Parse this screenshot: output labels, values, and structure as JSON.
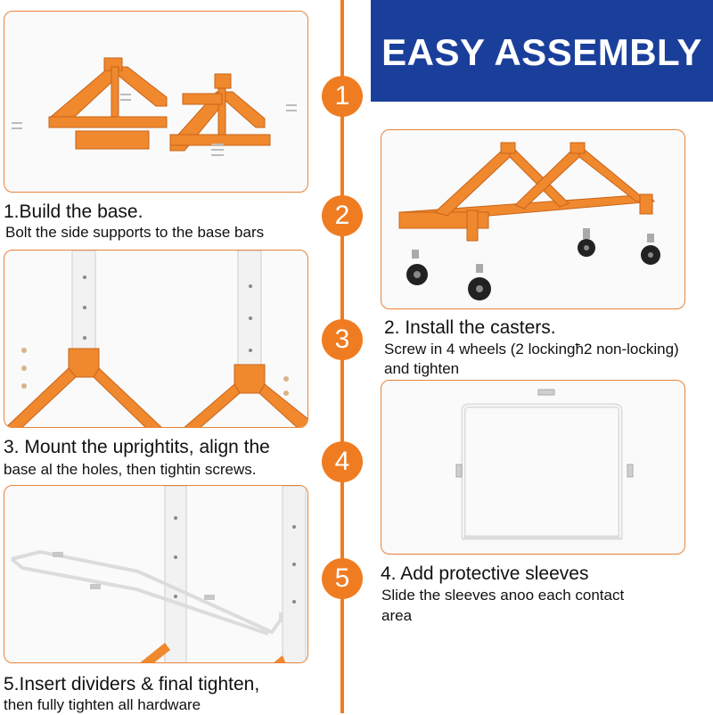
{
  "banner": {
    "title": "EASY ASSEMBLY"
  },
  "steps": [
    {
      "number": "1",
      "title": "1.Build the base.",
      "desc_lines": [
        "Bolt the side supports to the base bars"
      ]
    },
    {
      "number": "2",
      "title": "2. Install the casters.",
      "desc_lines": [
        "Screw in 4 wheels (2 lockingħ2 non-locking)",
        "and tighten"
      ]
    },
    {
      "number": "3",
      "title": "3. Mount the uprightits, align the",
      "desc_lines": [
        "base al the holes, then tightin screws."
      ]
    },
    {
      "number": "4",
      "title": "4. Add protective sleeves",
      "desc_lines": [
        "Slide the sleeves anoo each contact",
        "area"
      ]
    },
    {
      "number": "5",
      "title": "5.Insert dividers & final tighten,",
      "desc_lines": [
        "then fully tighten all hardware"
      ]
    }
  ],
  "colors": {
    "accent": "#f07c21",
    "banner_bg": "#1a3f9b",
    "frame_orange": "#f0882e",
    "upright_white": "#f2f2f2"
  }
}
